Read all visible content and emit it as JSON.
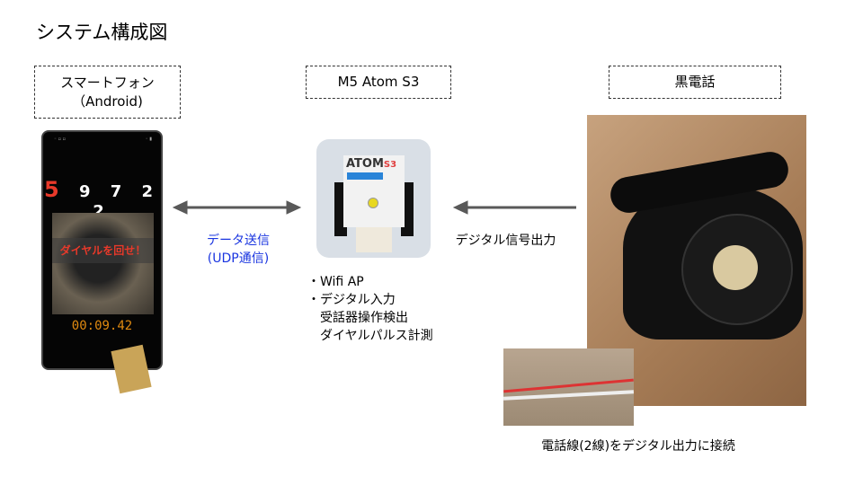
{
  "title": "システム構成図",
  "smartphone": {
    "label_line1": "スマートフォン",
    "label_line2": "（Android)",
    "screen": {
      "first_digit": "5",
      "digits": "9 7 2 2",
      "banner": "ダイヤルを回せ！",
      "timer": "00:09.42"
    }
  },
  "device": {
    "label": "M5 Atom S3",
    "logo": "ATOM",
    "logo_suffix": "S3",
    "features": [
      "・Wifi AP",
      "・デジタル入力",
      "　受話器操作検出",
      "　ダイヤルパルス計測"
    ]
  },
  "telephone": {
    "label": "黒電話"
  },
  "arrows": {
    "phone_device_line1": "データ送信",
    "phone_device_line2": "(UDP通信)",
    "telephone_device": "デジタル信号出力",
    "color": "#595959"
  },
  "caption": "電話線(2線)をデジタル出力に接続"
}
